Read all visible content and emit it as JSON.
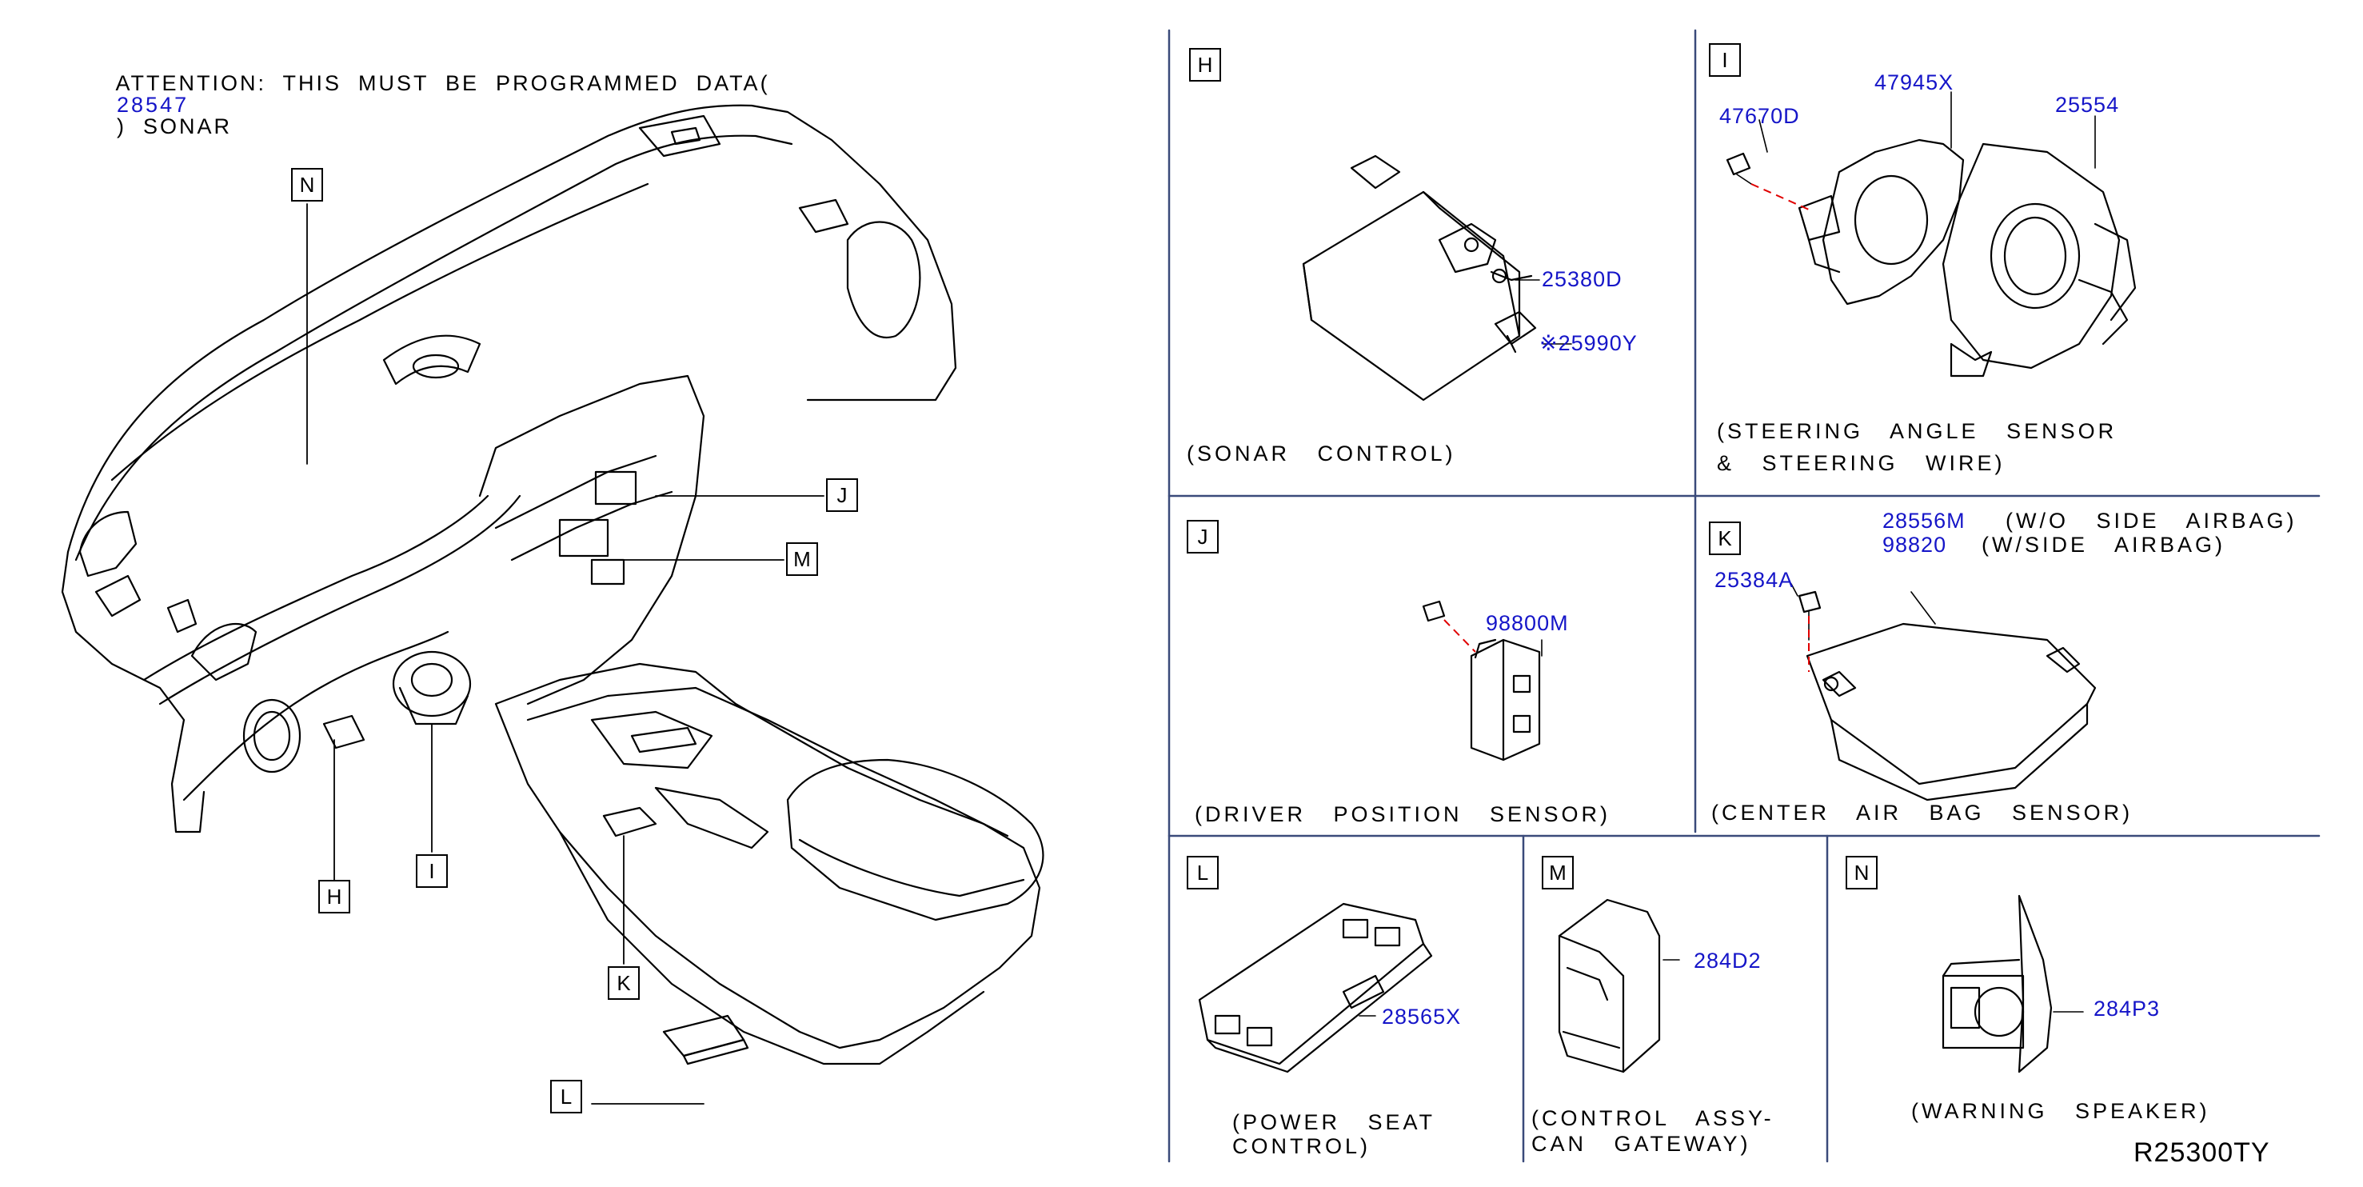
{
  "header": {
    "prefix": "ATTENTION:  THIS  MUST  BE  PROGRAMMED  DATA(",
    "number": "28547",
    "suffix": ")  SONAR"
  },
  "overview_labels": [
    "N",
    "J",
    "M",
    "H",
    "I",
    "K",
    "L"
  ],
  "panels": {
    "H": {
      "letter": "H",
      "caption": "(SONAR   CONTROL)",
      "parts": [
        "25380D",
        "※25990Y"
      ]
    },
    "I": {
      "letter": "I",
      "caption_line1": "(STEERING   ANGLE   SENSOR",
      "caption_line2": "&   STEERING   WIRE)",
      "parts": [
        "47670D",
        "47945X",
        "25554"
      ]
    },
    "J": {
      "letter": "J",
      "caption": "(DRIVER   POSITION   SENSOR)",
      "parts": [
        "98800M"
      ]
    },
    "K": {
      "letter": "K",
      "caption": "(CENTER   AIR   BAG   SENSOR)",
      "parts": [
        "28556M",
        "98820",
        "25384A"
      ],
      "notes": [
        "(W/O   SIDE   AIRBAG)",
        "(W/SIDE   AIRBAG)"
      ]
    },
    "L": {
      "letter": "L",
      "caption_line1": "(POWER   SEAT",
      "caption_line2": "CONTROL)",
      "parts": [
        "28565X"
      ]
    },
    "M": {
      "letter": "M",
      "caption_line1": "(CONTROL   ASSY-",
      "caption_line2": "CAN   GATEWAY)",
      "parts": [
        "284D2"
      ]
    },
    "N": {
      "letter": "N",
      "caption": "(WARNING   SPEAKER)",
      "parts": [
        "284P3"
      ]
    }
  },
  "figure_code": "R25300TY",
  "colors": {
    "part_number": "#1515c8",
    "line": "#000000",
    "leader_dash": "#e00000"
  }
}
